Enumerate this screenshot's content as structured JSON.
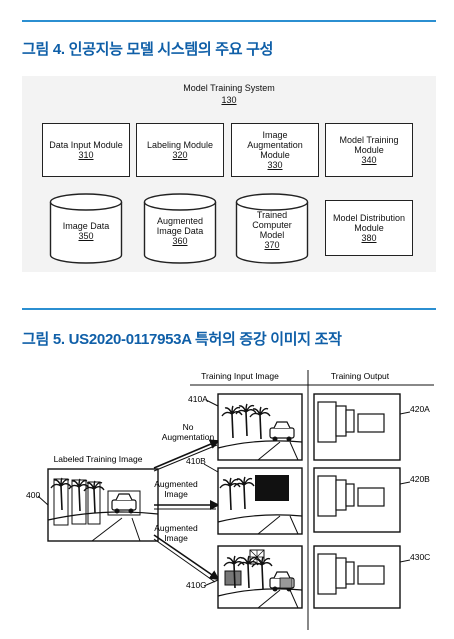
{
  "figure4": {
    "title": "그림 4. 인공지능 모델 시스템의 주요 구성",
    "system": {
      "label": "Model Training System",
      "number": "130"
    },
    "modules": [
      {
        "lines": [
          "Data Input Module"
        ],
        "number": "310"
      },
      {
        "lines": [
          "Labeling Module"
        ],
        "number": "320"
      },
      {
        "lines": [
          "Image",
          "Augmentation",
          "Module"
        ],
        "number": "330"
      },
      {
        "lines": [
          "Model Training",
          "Module"
        ],
        "number": "340"
      }
    ],
    "stores": [
      {
        "lines": [
          "Image Data"
        ],
        "number": "350"
      },
      {
        "lines": [
          "Augmented",
          "Image Data"
        ],
        "number": "360"
      },
      {
        "lines": [
          "Trained",
          "Computer",
          "Model"
        ],
        "number": "370"
      }
    ],
    "distribution": {
      "lines": [
        "Model Distribution",
        "Module"
      ],
      "number": "380"
    }
  },
  "figure5": {
    "title": "그림 5. US2020-0117953A 특허의 증강 이미지 조작",
    "header_input": "Training Input Image",
    "header_output": "Training Output",
    "labeled_title": "Labeled Training Image",
    "ref_400": "400",
    "ref_410a": "410A",
    "ref_410b": "410B",
    "ref_410c": "410C",
    "ref_420a": "420A",
    "ref_420b": "420B",
    "ref_430c": "430C",
    "arrow_no_aug_1": "No",
    "arrow_no_aug_2": "Augmentation",
    "arrow_aug1_1": "Augmented",
    "arrow_aug1_2": "Image",
    "arrow_aug2_1": "Augmented",
    "arrow_aug2_2": "Image"
  },
  "colors": {
    "accent": "#0f5fa8",
    "rule": "#2b8fd1",
    "panel": "#f3f3f3"
  }
}
